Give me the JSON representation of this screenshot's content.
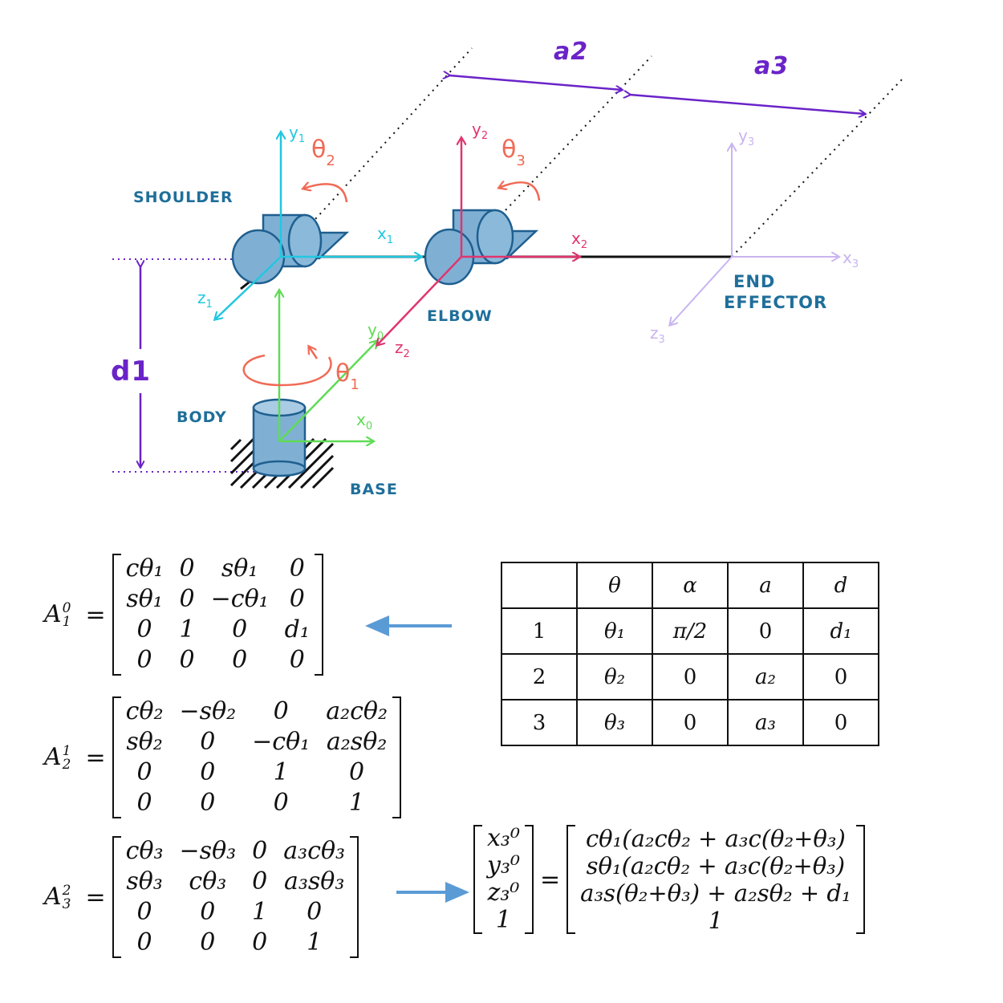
{
  "diagram": {
    "labels": {
      "a2": "a2",
      "a3": "a3",
      "d1": "d1",
      "theta2": "θ",
      "theta2_sub": "2",
      "theta3": "θ",
      "theta3_sub": "3",
      "theta1": "θ",
      "theta1_sub": "1",
      "shoulder": "SHOULDER",
      "elbow": "ELBOW",
      "body": "BODY",
      "base": "BASE",
      "end_effector_1": "END",
      "end_effector_2": "EFFECTOR",
      "y1": "y",
      "y1_sub": "1",
      "x1": "x",
      "x1_sub": "1",
      "z1": "z",
      "z1_sub": "1",
      "y2": "y",
      "y2_sub": "2",
      "x2": "x",
      "x2_sub": "2",
      "z2": "z",
      "z2_sub": "2",
      "y3": "y",
      "y3_sub": "3",
      "x3": "x",
      "x3_sub": "3",
      "z3": "z",
      "z3_sub": "3",
      "y0": "y",
      "y0_sub": "0",
      "x0": "x",
      "x0_sub": "0"
    },
    "colors": {
      "frame1": "#22c7e0",
      "frame2": "#e0356e",
      "frame3": "#c9b4f0",
      "frame0": "#5fdc55",
      "rotation": "#f06a55",
      "dimension": "#6a23c8",
      "joint_fill": "#7fb0d4",
      "joint_stroke": "#1f5f8f",
      "label_blue": "#1f6f9a",
      "arrow_blue": "#5b9bd5"
    }
  },
  "equations": {
    "A10": {
      "lhs": "A",
      "sup": "0",
      "sub": "1",
      "eq": "=",
      "rows": [
        [
          "cθ₁",
          "0",
          "sθ₁",
          "0"
        ],
        [
          "sθ₁",
          "0",
          "−cθ₁",
          "0"
        ],
        [
          "0",
          "1",
          "0",
          "d₁"
        ],
        [
          "0",
          "0",
          "0",
          "0"
        ]
      ]
    },
    "A21": {
      "lhs": "A",
      "sup": "1",
      "sub": "2",
      "eq": "=",
      "rows": [
        [
          "cθ₂",
          "−sθ₂",
          "0",
          "a₂cθ₂"
        ],
        [
          "sθ₂",
          "0",
          "−cθ₁",
          "a₂sθ₂"
        ],
        [
          "0",
          "0",
          "1",
          "0"
        ],
        [
          "0",
          "0",
          "0",
          "1"
        ]
      ]
    },
    "A32": {
      "lhs": "A",
      "sup": "2",
      "sub": "3",
      "eq": "=",
      "rows": [
        [
          "cθ₃",
          "−sθ₃",
          "0",
          "a₃cθ₃"
        ],
        [
          "sθ₃",
          "cθ₃",
          "0",
          "a₃sθ₃"
        ],
        [
          "0",
          "0",
          "1",
          "0"
        ],
        [
          "0",
          "0",
          "0",
          "1"
        ]
      ]
    },
    "position": {
      "vector": [
        "x₃⁰",
        "y₃⁰",
        "z₃⁰",
        "1"
      ],
      "eq": "=",
      "result": [
        "cθ₁(a₂cθ₂ + a₃c(θ₂+θ₃)",
        "sθ₁(a₂cθ₂ + a₃c(θ₂+θ₃)",
        "a₃s(θ₂+θ₃) + a₂sθ₂ + d₁",
        "1"
      ]
    }
  },
  "dh_table": {
    "headers": [
      "",
      "θ",
      "α",
      "a",
      "d"
    ],
    "rows": [
      [
        "1",
        "θ₁",
        "π/2",
        "0",
        "d₁"
      ],
      [
        "2",
        "θ₂",
        "0",
        "a₂",
        "0"
      ],
      [
        "3",
        "θ₃",
        "0",
        "a₃",
        "0"
      ]
    ]
  }
}
